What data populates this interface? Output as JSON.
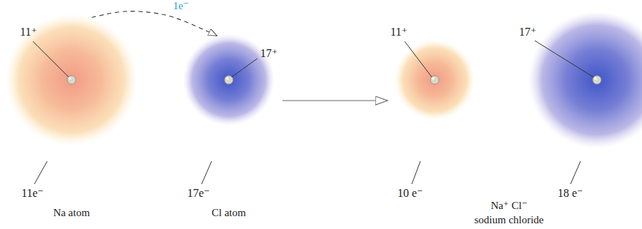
{
  "diagram": {
    "nodes": [
      {
        "text": [
          "11⁺",
          "11e⁻",
          "Na atom"
        ]
      },
      {
        "text": [
          "17⁺",
          "17e⁻",
          "Cl atom"
        ]
      },
      {
        "text": [
          "11⁺",
          "10 e⁻"
        ]
      },
      {
        "text": [
          "17⁺",
          "18 e⁻"
        ]
      }
    ],
    "edges": [
      {
        "from": 0,
        "to": 1,
        "arrow": "to",
        "label": "1e⁻"
      },
      {
        "from": 1,
        "to": 2,
        "arrow": "to"
      }
    ],
    "labels": [
      "Na⁺ Cl⁻",
      "sodium chloride"
    ]
  }
}
